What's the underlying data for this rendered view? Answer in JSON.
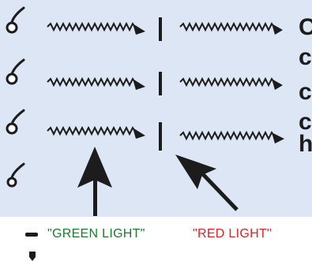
{
  "side_text": [
    "C",
    "c",
    "c",
    "c",
    "h"
  ],
  "legend": {
    "green_label": "\"GREEN LIGHT\"",
    "red_label": "\"RED LIGHT\"",
    "green_color": "#1a7a2e",
    "red_color": "#e0202a"
  },
  "colors": {
    "panel_background": "#dde6f5",
    "ink": "#1c1c1c"
  }
}
